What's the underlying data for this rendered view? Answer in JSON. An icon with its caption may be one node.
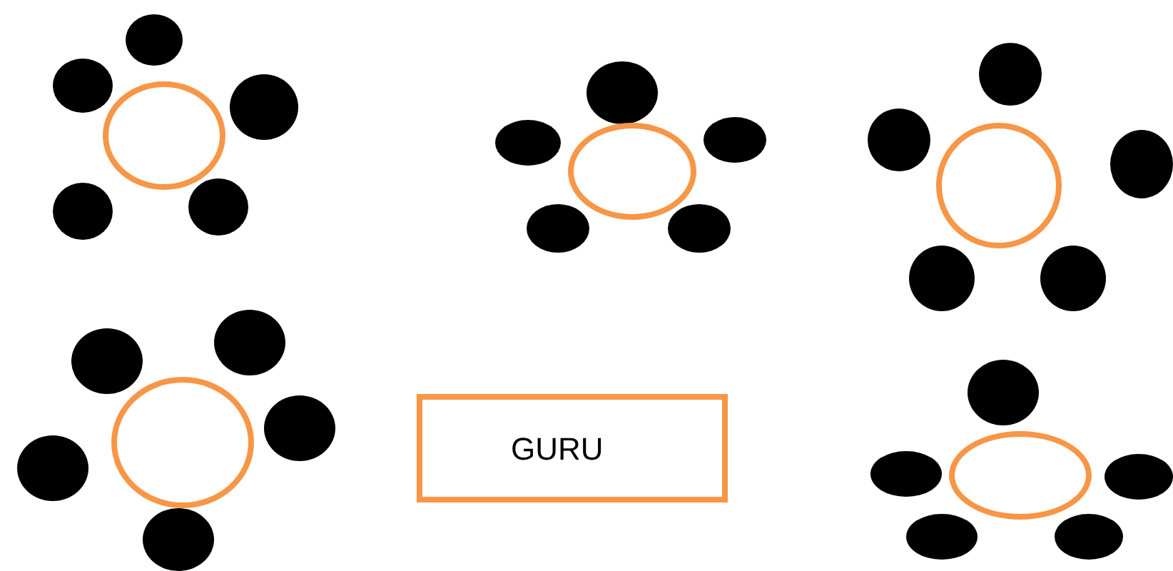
{
  "diagram": {
    "nodes": [
      {
        "text": [],
        "shape": "circle"
      },
      {
        "text": [],
        "shape": "circle"
      },
      {
        "text": [],
        "shape": "circle"
      },
      {
        "text": [],
        "shape": "circle"
      },
      {
        "text": [],
        "shape": "circle"
      },
      {
        "text": [],
        "shape": "circle"
      },
      {
        "text": [],
        "shape": "circle"
      },
      {
        "text": [],
        "shape": "circle"
      },
      {
        "text": [],
        "shape": "circle"
      },
      {
        "text": [],
        "shape": "circle"
      },
      {
        "text": [],
        "shape": "circle"
      },
      {
        "text": [],
        "shape": "circle"
      },
      {
        "text": [],
        "shape": "circle"
      },
      {
        "text": [],
        "shape": "circle"
      },
      {
        "text": [],
        "shape": "circle"
      },
      {
        "text": [],
        "shape": "circle"
      },
      {
        "text": [],
        "shape": "circle"
      },
      {
        "text": [],
        "shape": "circle"
      },
      {
        "text": [],
        "shape": "circle"
      },
      {
        "text": [],
        "shape": "circle"
      },
      {
        "text": [],
        "shape": "circle"
      },
      {
        "text": [],
        "shape": "circle"
      },
      {
        "text": [],
        "shape": "circle"
      },
      {
        "text": [],
        "shape": "circle"
      },
      {
        "text": [
          "GURU"
        ]
      },
      {
        "text": [],
        "shape": "circle"
      },
      {
        "text": [],
        "shape": "circle"
      },
      {
        "text": [],
        "shape": "circle"
      },
      {
        "text": [],
        "shape": "circle"
      },
      {
        "text": [],
        "shape": "circle"
      },
      {
        "text": [],
        "shape": "circle"
      }
    ]
  }
}
